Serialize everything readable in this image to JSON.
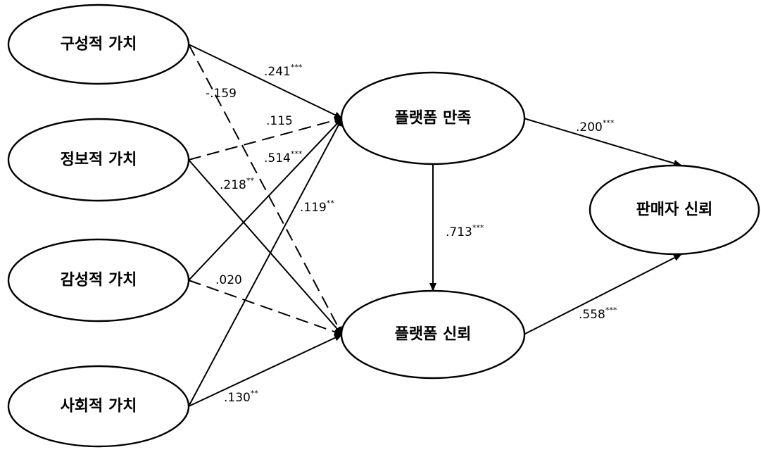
{
  "nodes": {
    "constructive": "구성적 가치",
    "informational": "정보적 가치",
    "emotional": "감성적 가치",
    "social": "사회적 가치",
    "satisfaction": "플랫폼 만족",
    "platform_trust": "플랫폼 신뢰",
    "seller_trust": "판매자 신뢰"
  },
  "paths": [
    {
      "from": "constructive",
      "to": "satisfaction",
      "coef": ".241",
      "sig": "***",
      "style": "solid"
    },
    {
      "from": "constructive",
      "to": "platform_trust",
      "coef": "-.159",
      "sig": "",
      "style": "dashed"
    },
    {
      "from": "informational",
      "to": "satisfaction",
      "coef": ".115",
      "sig": "",
      "style": "dashed"
    },
    {
      "from": "informational",
      "to": "platform_trust",
      "coef": ".218",
      "sig": "**",
      "style": "solid"
    },
    {
      "from": "emotional",
      "to": "satisfaction",
      "coef": ".514",
      "sig": "***",
      "style": "solid"
    },
    {
      "from": "emotional",
      "to": "platform_trust",
      "coef": ".020",
      "sig": "",
      "style": "dashed"
    },
    {
      "from": "social",
      "to": "satisfaction",
      "coef": ".119",
      "sig": "**",
      "style": "solid"
    },
    {
      "from": "social",
      "to": "platform_trust",
      "coef": ".130",
      "sig": "**",
      "style": "solid"
    },
    {
      "from": "satisfaction",
      "to": "platform_trust",
      "coef": ".713",
      "sig": "***",
      "style": "solid"
    },
    {
      "from": "satisfaction",
      "to": "seller_trust",
      "coef": ".200",
      "sig": "***",
      "style": "solid"
    },
    {
      "from": "platform_trust",
      "to": "seller_trust",
      "coef": ".558",
      "sig": "***",
      "style": "solid"
    }
  ]
}
